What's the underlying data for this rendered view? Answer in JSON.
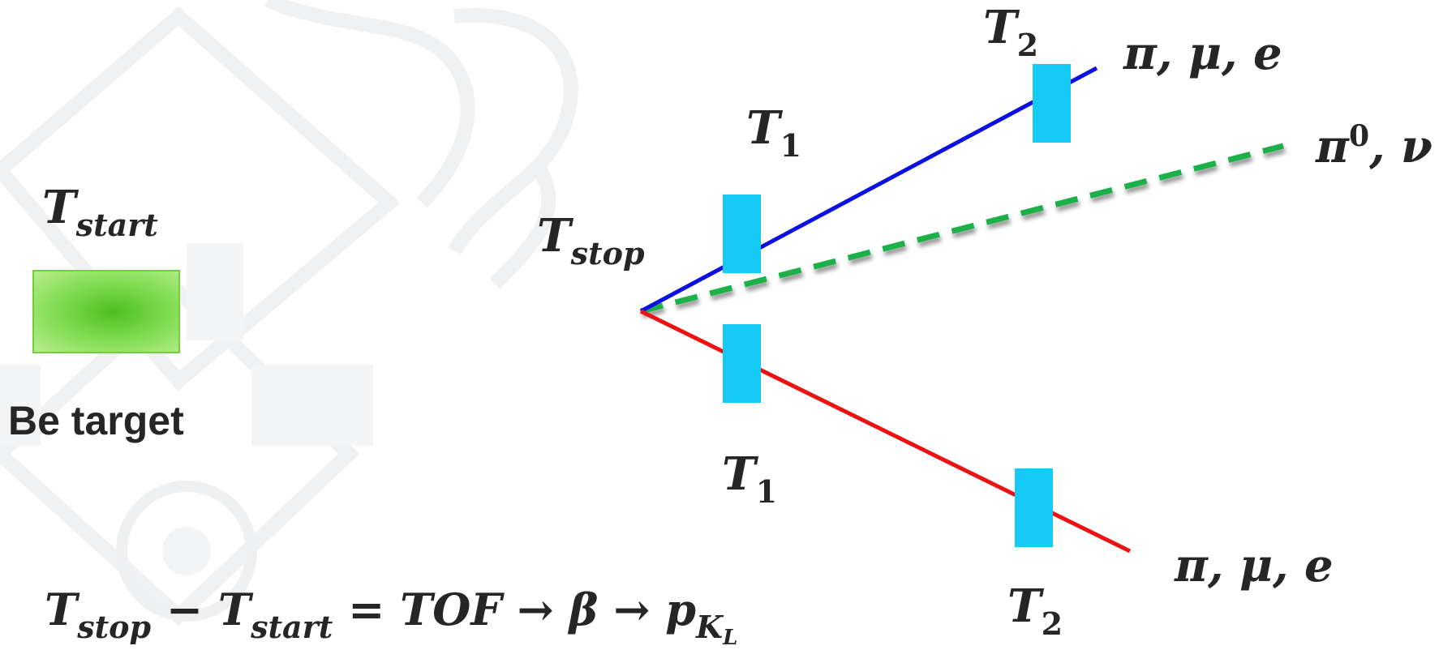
{
  "labels": {
    "t_start": {
      "main": "T",
      "sub": "start"
    },
    "t_stop": {
      "main": "T",
      "sub": "stop"
    },
    "t1_upper": {
      "main": "T",
      "sub": "1"
    },
    "t1_lower": {
      "main": "T",
      "sub": "1"
    },
    "t2_upper": {
      "main": "T",
      "sub": "2"
    },
    "t2_lower": {
      "main": "T",
      "sub": "2"
    },
    "upper_products": "π, μ, e",
    "lower_products": "π, μ, e",
    "neutral_products": {
      "main": "π",
      "sup": "0",
      "rest": ", ν"
    },
    "target": "Be target"
  },
  "equation": {
    "t_stop": {
      "main": "T",
      "sub": "stop"
    },
    "minus": " − ",
    "t_start": {
      "main": "T",
      "sub": "start"
    },
    "equals": " = ",
    "tof": "TOF",
    "arrow1": " → ",
    "beta": "β",
    "arrow2": " → ",
    "p": "p",
    "p_sub": "K",
    "p_subsub": "L"
  },
  "colors": {
    "beam_line": "#1a7f7a",
    "upper_track": "#0a10e0",
    "lower_track": "#ee1111",
    "neutral_track": "#1db04a",
    "detector": "#17c9f5",
    "target": "#6fcf3c"
  },
  "icons": {
    "background": "crest-watermark"
  }
}
